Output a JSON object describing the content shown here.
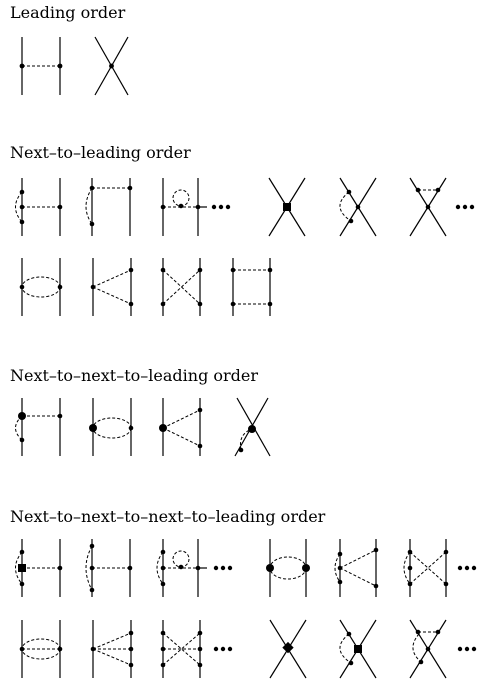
{
  "sections": {
    "lo": "Leading order",
    "nlo": "Next–to–leading order",
    "nnlo": "Next–to–next–to–leading order",
    "n3lo": "Next–to–next–to–next–to–leading order"
  }
}
